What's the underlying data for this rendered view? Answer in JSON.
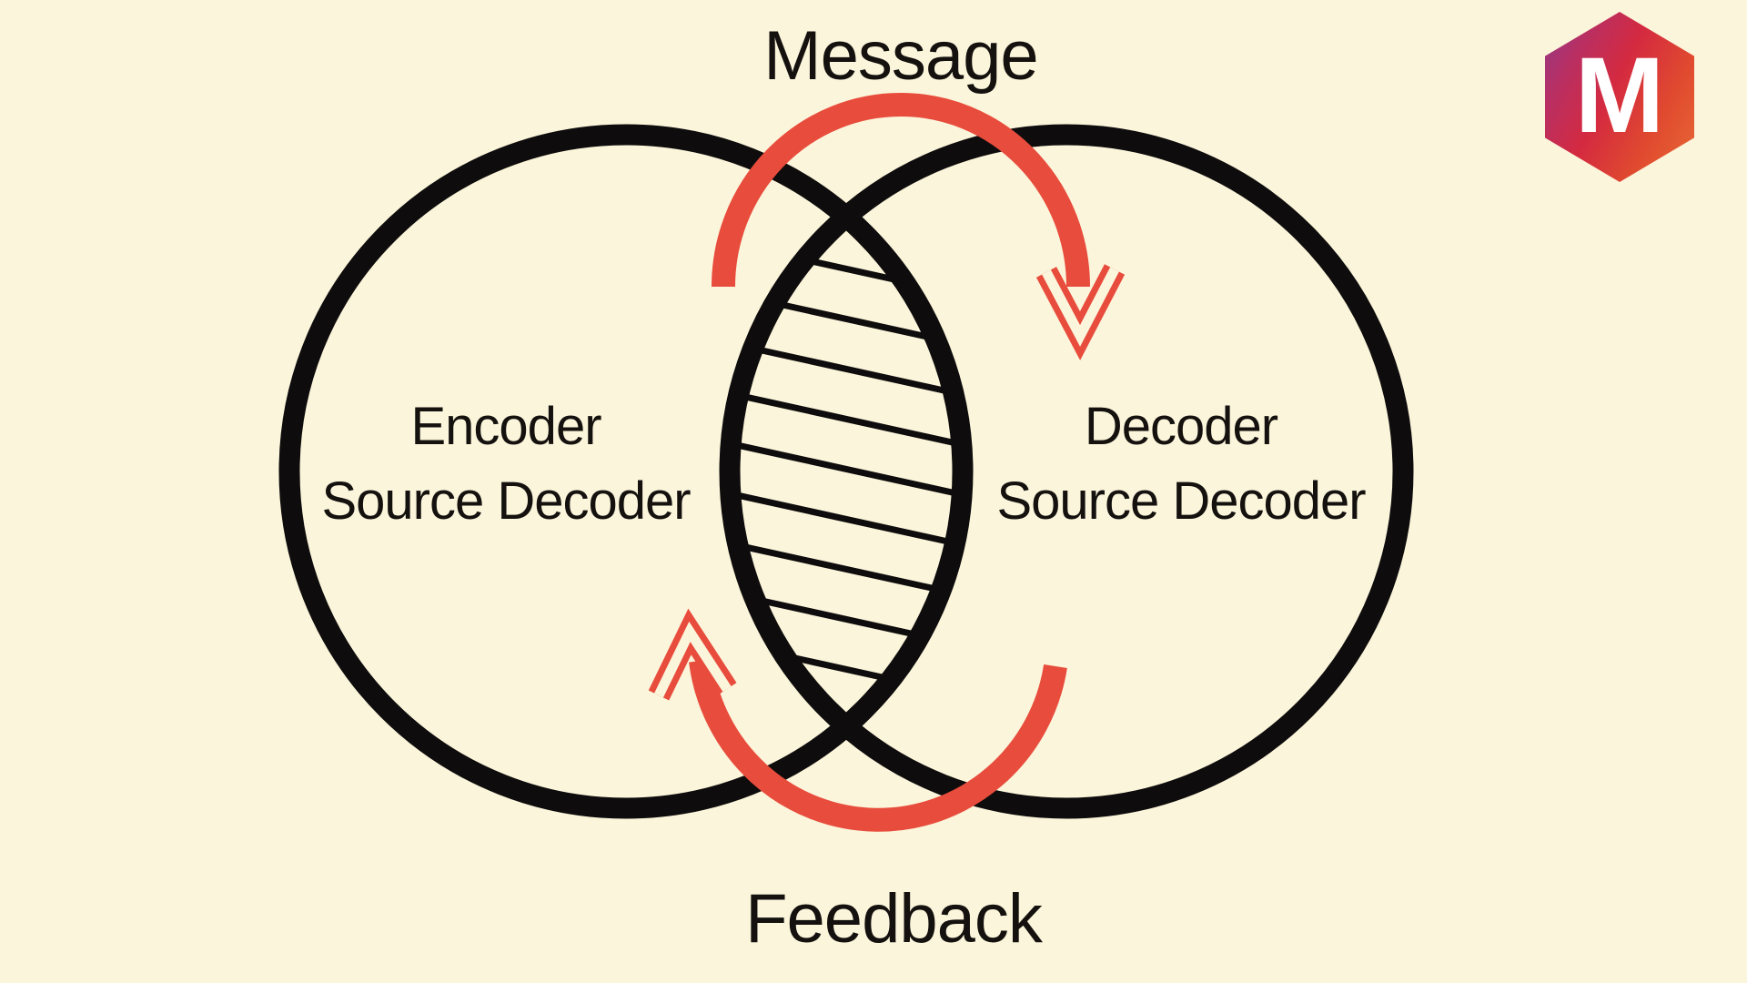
{
  "diagram": {
    "title_top": "Message",
    "title_bottom": "Feedback",
    "left_circle": {
      "line1": "Encoder",
      "line2": "Source Decoder"
    },
    "right_circle": {
      "line1": "Decoder",
      "line2": "Source Decoder"
    },
    "overlap": {
      "style": "diagonal-hatch"
    },
    "arrows": [
      {
        "name": "message-arrow",
        "direction": "left-to-right-over-top",
        "color": "#E84C3C"
      },
      {
        "name": "feedback-arrow",
        "direction": "right-to-left-under-bottom",
        "color": "#E84C3C"
      }
    ],
    "logo": {
      "letter": "M"
    },
    "colors": {
      "background": "#FBF5DB",
      "circle_stroke": "#0E0C0C",
      "accent_red": "#E84C3C",
      "logo_gradient_start": "#8E3A8E",
      "logo_gradient_mid": "#D42A40",
      "logo_gradient_end": "#E86A35"
    }
  }
}
